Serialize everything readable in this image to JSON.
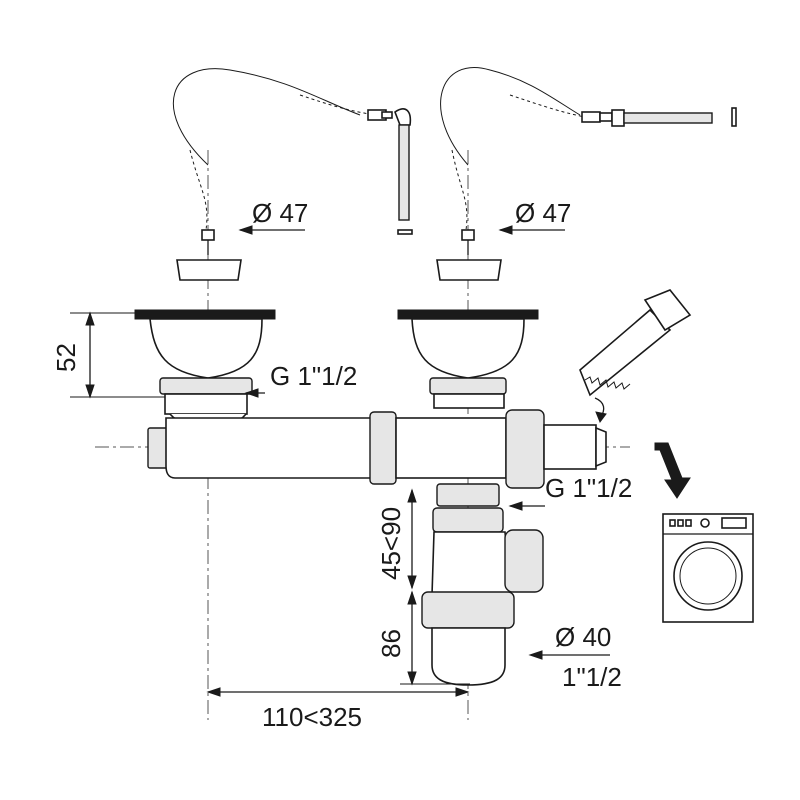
{
  "labels": {
    "stopper_dia_left": "Ø 47",
    "stopper_dia_right": "Ø 47",
    "basket_height": "52",
    "outlet_thread_top": "G 1\"1/2",
    "outlet_thread_mid": "G 1\"1/2",
    "trap_adjust": "45<90",
    "trap_height": "86",
    "outlet_dia": "Ø 40",
    "outlet_thread_bottom": "1\"1/2",
    "center_distance": "110<325"
  },
  "icons": [
    "chain-stopper-icon",
    "overflow-rod-icon",
    "saw-icon",
    "washing-machine-icon",
    "arrow-down-icon"
  ],
  "colors": {
    "line": "#1a1a1a",
    "fill": "#ffffff",
    "shade": "#e6e6e6"
  }
}
